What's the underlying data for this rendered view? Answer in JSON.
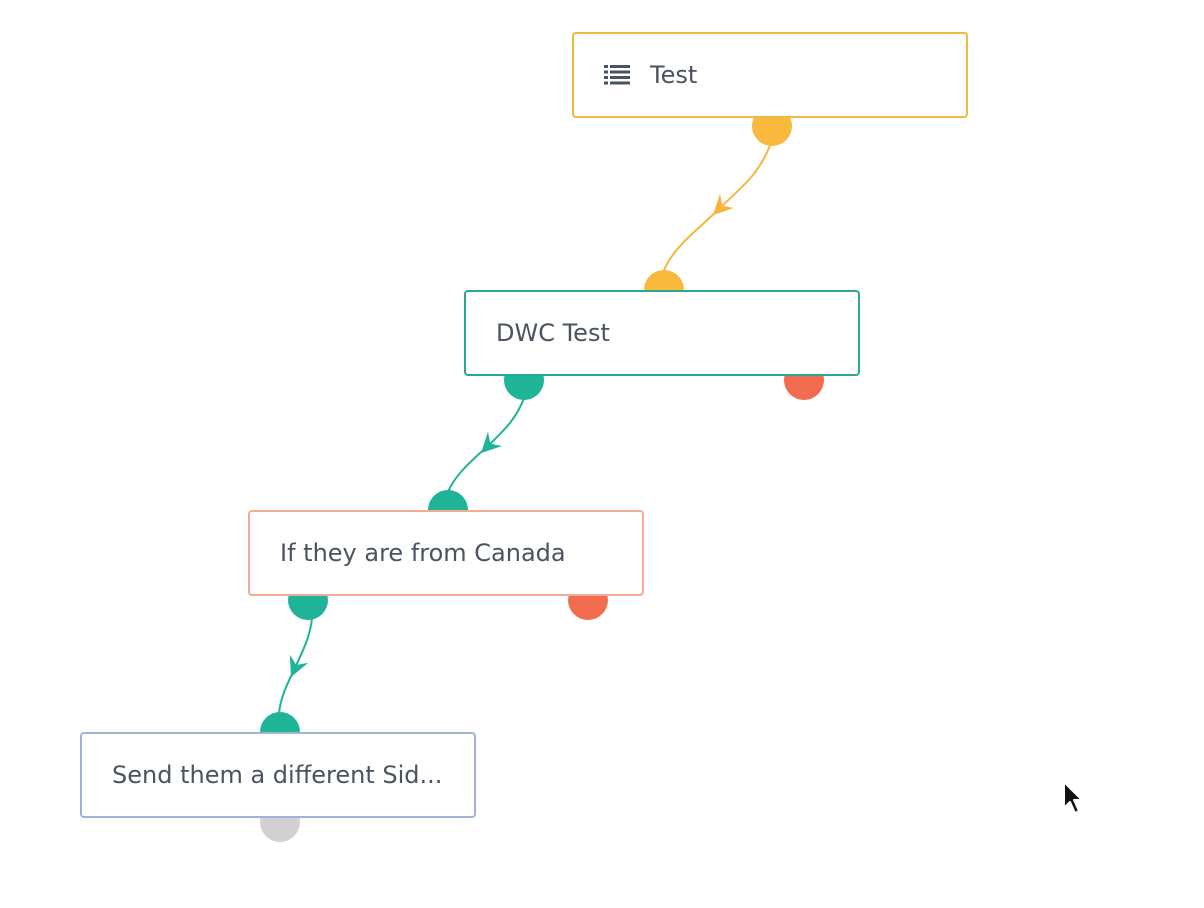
{
  "flow": {
    "nodes": [
      {
        "id": "test",
        "label": "Test",
        "icon": "list-icon",
        "border_color": "#f0b940"
      },
      {
        "id": "dwc-test",
        "label": "DWC Test",
        "border_color": "#2aa896"
      },
      {
        "id": "canada",
        "label": "If they are from Canada",
        "border_color": "#f2ab96"
      },
      {
        "id": "send",
        "label": "Send them a different Sid...",
        "border_color": "#a4b2d8"
      }
    ],
    "colors": {
      "yellow_port": "#f8b93c",
      "green_port": "#1fb398",
      "red_port": "#f26d50",
      "grey_port": "#d3d0d4",
      "yellow_wire": "#f5b53f",
      "green_wire": "#1fb398"
    }
  }
}
